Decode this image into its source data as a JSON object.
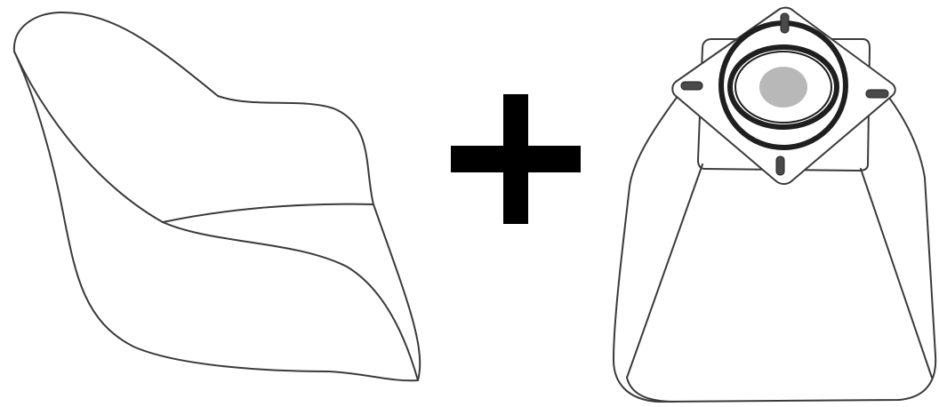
{
  "diagram": {
    "items": [
      {
        "name": "seat-shell",
        "description_visible": ""
      },
      {
        "name": "plus-symbol",
        "description_visible": ""
      },
      {
        "name": "swivel-base",
        "description_visible": ""
      }
    ],
    "colors": {
      "outline": "#3a3a3a",
      "plus": "#000000",
      "swivel_ring": "#1f1f1f",
      "swivel_center": "#b8b8b8",
      "slot": "#4a4a4a"
    }
  }
}
